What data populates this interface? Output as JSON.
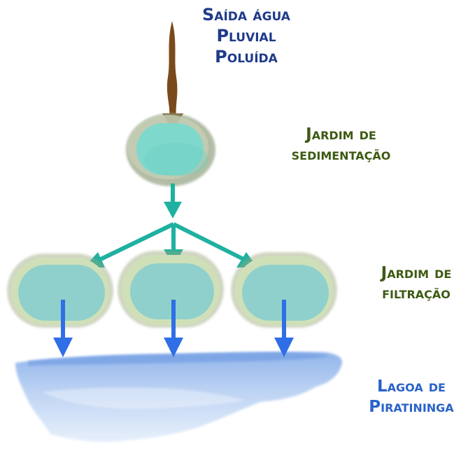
{
  "colors": {
    "source_label": "#1f3a8a",
    "sedimentation_label": "#3d5a12",
    "filtration_label": "#3d5a12",
    "lagoon_label": "#2a62c9",
    "inflow_arrow": "#7a4a1c",
    "teal_arrow": "#1fb1a0",
    "blue_arrow": "#2f6ee6",
    "pond_water": "#7fd8cc",
    "filter_water": "#8fd0cc",
    "pond_rim": "#9aa888",
    "filter_rim": "#b7c99a",
    "lagoon_water": "#a9c8f0"
  },
  "labels": {
    "source": [
      "Saída água",
      "Pluvial",
      "Poluída"
    ],
    "sedimentation": [
      "Jardim de",
      "sedimentação"
    ],
    "filtration": [
      "Jardim de",
      "filtração"
    ],
    "lagoon": [
      "Lagoa de",
      "Piratininga"
    ]
  },
  "diagram": {
    "stages": [
      "source",
      "sedimentation",
      "filtration",
      "lagoon"
    ],
    "filtration_garden_count": 3,
    "edges": [
      {
        "from": "source",
        "to": "sedimentation"
      },
      {
        "from": "sedimentation",
        "to": "filtration-1"
      },
      {
        "from": "sedimentation",
        "to": "filtration-2"
      },
      {
        "from": "sedimentation",
        "to": "filtration-3"
      },
      {
        "from": "filtration-1",
        "to": "lagoon"
      },
      {
        "from": "filtration-2",
        "to": "lagoon"
      },
      {
        "from": "filtration-3",
        "to": "lagoon"
      }
    ]
  }
}
